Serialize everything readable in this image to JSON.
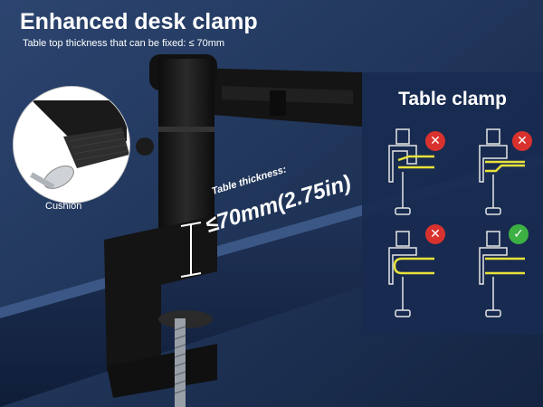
{
  "header": {
    "title": "Enhanced desk clamp",
    "subtitle": "Table top thickness that can be fixed: ≤ 70mm"
  },
  "cushion": {
    "label": "Cushion"
  },
  "thickness": {
    "label": "Table thickness:",
    "value": "≤70mm(2.75in)"
  },
  "panel": {
    "title": "Table clamp",
    "items": [
      {
        "status": "incorrect",
        "symbol": "✕"
      },
      {
        "status": "incorrect",
        "symbol": "✕"
      },
      {
        "status": "incorrect",
        "symbol": "✕"
      },
      {
        "status": "correct",
        "symbol": "✓"
      }
    ]
  },
  "colors": {
    "background": "#1f3357",
    "panel": "#182a50",
    "highlight_yellow": "#e8e23a",
    "cross_red": "#d9322e",
    "check_green": "#3cb043",
    "clamp_black": "#151515"
  }
}
